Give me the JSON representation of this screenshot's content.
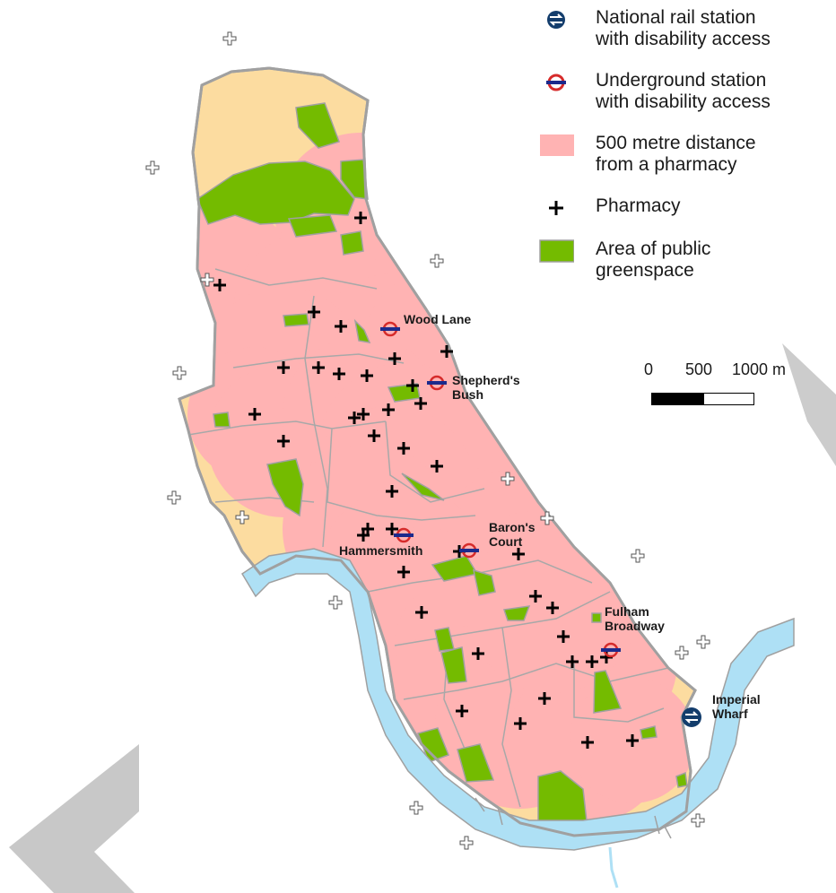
{
  "legend": {
    "items": [
      {
        "label": "National rail station\nwith disability access",
        "symbol": "national-rail-icon"
      },
      {
        "label": "Underground station\nwith disability access",
        "symbol": "underground-roundel-icon"
      },
      {
        "label": "500 metre distance\nfrom a pharmacy",
        "symbol": "pink-swatch"
      },
      {
        "label": "Pharmacy",
        "symbol": "cross-icon"
      },
      {
        "label": "Area of public\ngreenspace",
        "symbol": "green-swatch"
      }
    ]
  },
  "scale": {
    "labels": [
      "0",
      "500",
      "1000 m"
    ]
  },
  "stations": [
    {
      "label": "Wood Lane",
      "type": "underground"
    },
    {
      "label": "Shepherd's\nBush",
      "type": "underground"
    },
    {
      "label": "Hammersmith",
      "type": "underground"
    },
    {
      "label": "Baron's\nCourt",
      "type": "underground"
    },
    {
      "label": "Fulham\nBroadway",
      "type": "underground"
    },
    {
      "label": "Imperial\nWharf",
      "type": "national-rail"
    }
  ],
  "colors": {
    "pharmacy_area": "#ffb3b3",
    "borough": "#fcdca0",
    "greenspace": "#74bb00",
    "river": "#aee0f5",
    "boundary": "#a0a0a0",
    "roundel_red": "#d62b2b",
    "roundel_bar": "#1c2a8c",
    "national_rail": "#133d6c",
    "watermark": "#c8c8c8"
  }
}
